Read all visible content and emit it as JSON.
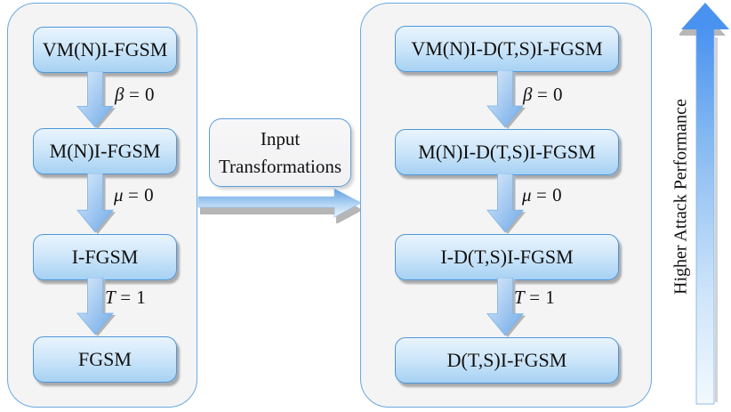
{
  "diagram": {
    "left_panel": {
      "boxes": [
        "VM(N)I-FGSM",
        "M(N)I-FGSM",
        "I-FGSM",
        "FGSM"
      ],
      "arrows": [
        {
          "symbol": "β",
          "rest": "= 0"
        },
        {
          "symbol": "μ",
          "rest": "= 0"
        },
        {
          "symbol": "T",
          "rest": "= 1"
        }
      ]
    },
    "connector": {
      "label_line1": "Input",
      "label_line2": "Transformations"
    },
    "right_panel": {
      "boxes": [
        "VM(N)I-D(T,S)I-FGSM",
        "M(N)I-D(T,S)I-FGSM",
        "I-D(T,S)I-FGSM",
        "D(T,S)I-FGSM"
      ],
      "arrows": [
        {
          "symbol": "β",
          "rest": "= 0"
        },
        {
          "symbol": "μ",
          "rest": "= 0"
        },
        {
          "symbol": "T",
          "rest": "= 1"
        }
      ]
    },
    "axis": {
      "label": "Higher Attack Performance"
    },
    "colors": {
      "node_border": "#4e96d9",
      "node_fill_top": "#e9f4fd",
      "node_fill_bottom": "#a6d1f3",
      "panel_border": "#6aa9e1",
      "panel_fill": "#f4f4f5",
      "arrow_blue_strong": "#4a92f0",
      "arrow_blue_light": "#f2f9fe",
      "shadow_gray": "#b4b4b4"
    }
  }
}
